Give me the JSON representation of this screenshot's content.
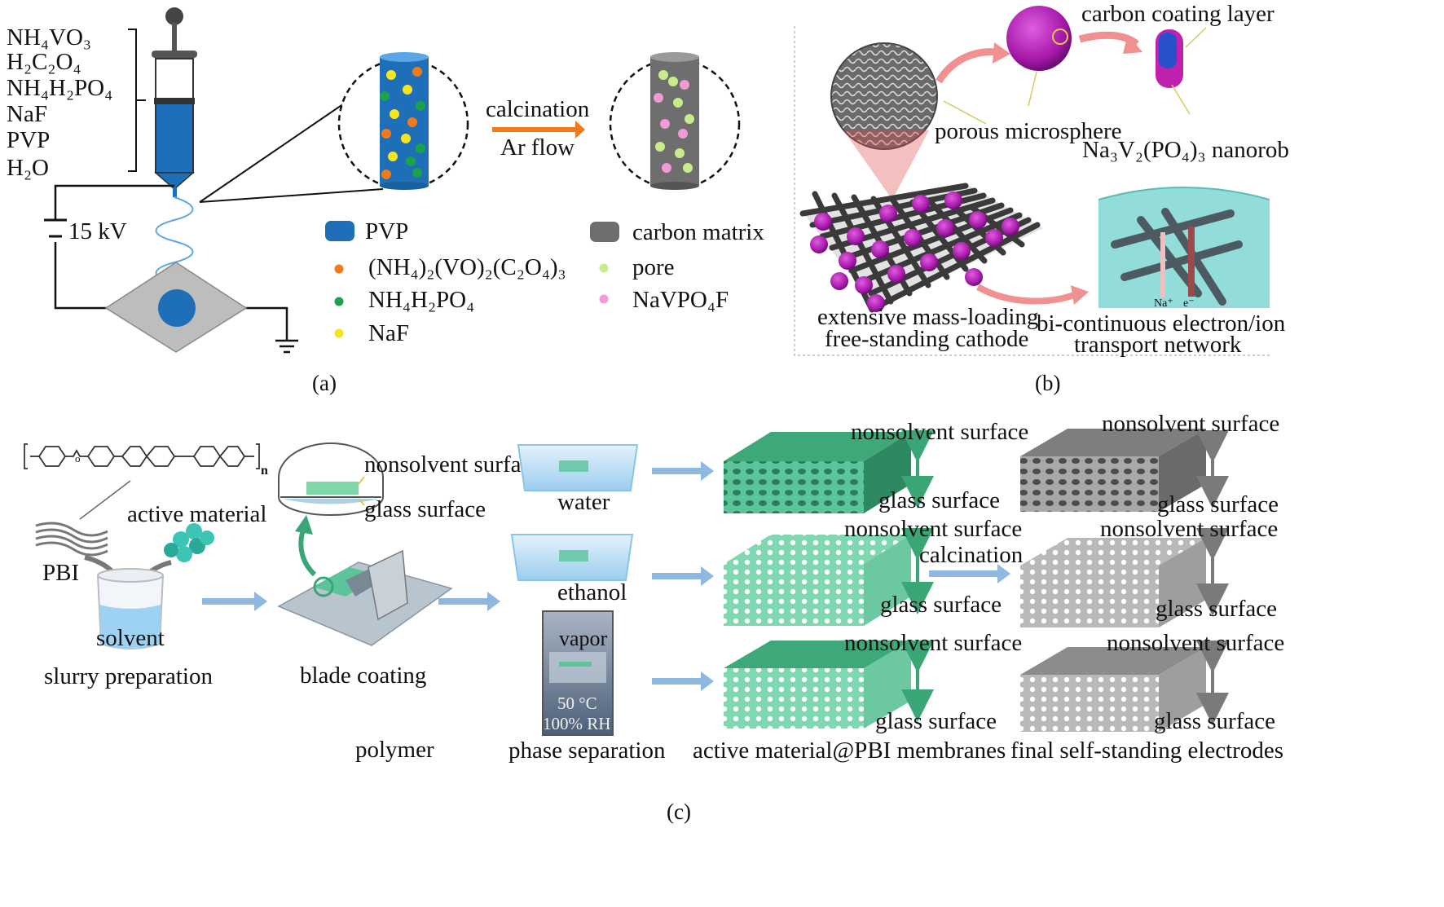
{
  "panel_a": {
    "caption": "(a)",
    "reagents": [
      "NH₄VO₃",
      "H₂C₂O₄",
      "NH₄H₂PO₄",
      "NaF",
      "PVP",
      "H₂O"
    ],
    "voltage": "15 kV",
    "step_top": "calcination",
    "step_bottom": "Ar flow",
    "legend_left": [
      {
        "label": "PVP",
        "color": "#1e6fb8"
      },
      {
        "label": "(NH₄)₂(VO)₂(C₂O₄)₃",
        "color": "#f07a1c"
      },
      {
        "label": "NH₄H₂PO₄",
        "color": "#1aa34a"
      },
      {
        "label": "NaF",
        "color": "#f5e51f"
      }
    ],
    "legend_right": [
      {
        "label": "carbon matrix",
        "color": "#6e6e6e"
      },
      {
        "label": "pore",
        "color": "#c8ec8a"
      },
      {
        "label": "NaVPO₄F",
        "color": "#f09ad6"
      }
    ]
  },
  "panel_b": {
    "caption": "(b)",
    "carbon_coating": "carbon coating layer",
    "porous_microsphere": "porous microsphere",
    "nanorod": "Na₃V₂(PO₄)₃ nanorob",
    "cathode_line1": "extensive mass-loading",
    "cathode_line2": "free-standing cathode",
    "network_line1": "bi-continuous electron/ion",
    "network_line2": "transport network",
    "na_label": "Na⁺",
    "e_label": "e⁻"
  },
  "panel_c": {
    "caption": "(c)",
    "active_material": "active material",
    "pbi": "PBI",
    "solvent": "solvent",
    "slurry_preparation": "slurry preparation",
    "nonsolvent_inset": "nonsolvent surface",
    "glass_inset": "glass surface",
    "blade_coating": "blade coating",
    "polymer": "polymer",
    "water": "water",
    "ethanol": "ethanol",
    "vapor": "vapor",
    "temperature": "50 °C",
    "humidity": "100% RH",
    "phase_separation": "phase separation",
    "nonsolvent_surface": "nonsolvent surface",
    "glass_surface": "glass surface",
    "calcination": "calcination",
    "membranes": "active material@PBI membranes",
    "electrodes": "final self-standing electrodes",
    "polymer_subscript": "n"
  },
  "colors": {
    "pvp_blue": "#1e6fb8",
    "membrane_green": "#5cc49a",
    "electrode_gray": "#9a9a9a",
    "arrow_blue": "#8eb8e0",
    "magenta": "#b21fb0"
  }
}
